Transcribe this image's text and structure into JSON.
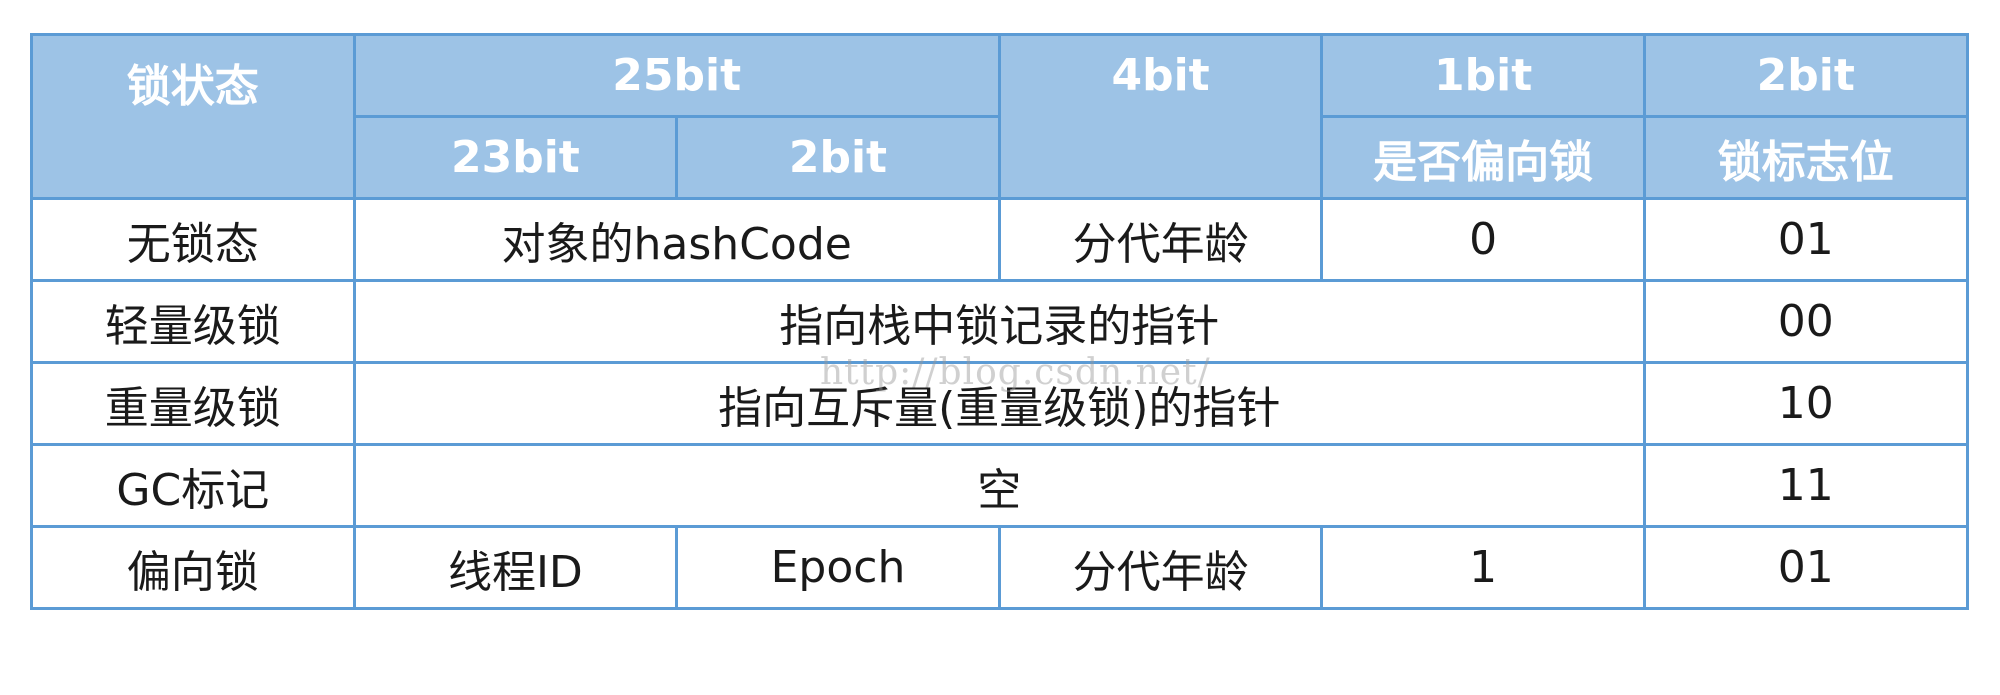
{
  "header": {
    "lock_state": "锁状态",
    "bits_25": "25bit",
    "bits_4": "4bit",
    "bits_1": "1bit",
    "bits_2": "2bit",
    "bits_23": "23bit",
    "bits_2_sub": "2bit",
    "is_biased": "是否偏向锁",
    "lock_flag": "锁标志位"
  },
  "rows": [
    {
      "state": "无锁态",
      "hash": "对象的hashCode",
      "age": "分代年龄",
      "biased": "0",
      "flag": "01"
    },
    {
      "state": "轻量级锁",
      "pointer": "指向栈中锁记录的指针",
      "flag": "00"
    },
    {
      "state": "重量级锁",
      "pointer": "指向互斥量(重量级锁)的指针",
      "flag": "10"
    },
    {
      "state": "GC标记",
      "pointer": "空",
      "flag": "11"
    },
    {
      "state": "偏向锁",
      "thread_id": "线程ID",
      "epoch": "Epoch",
      "age": "分代年龄",
      "biased": "1",
      "flag": "01"
    }
  ],
  "watermark": "http://blog.csdn.net/"
}
